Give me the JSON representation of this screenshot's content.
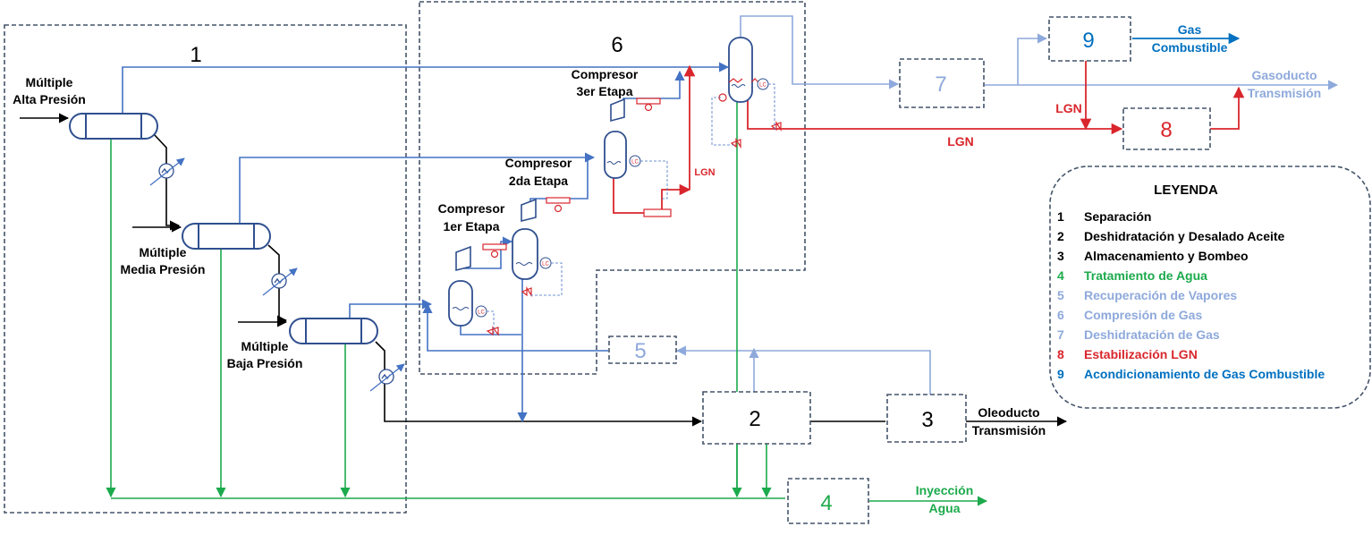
{
  "colors": {
    "black": "#000000",
    "blue_line": "#4472C4",
    "light_blue": "#8EA9DB",
    "green": "#1CAA4C",
    "red": "#D9262C",
    "dark_blue": "#0070C0",
    "box_border": "#44546A",
    "vessel": "#2F4F8F"
  },
  "area_numbers": {
    "a1": "1",
    "a2": "2",
    "a3": "3",
    "a4": "4",
    "a5": "5",
    "a6": "6",
    "a7": "7",
    "a8": "8",
    "a9": "9"
  },
  "labels": {
    "hp_line1": "Múltiple",
    "hp_line2": "Alta Presión",
    "mp_line1": "Múltiple",
    "mp_line2": "Media Presión",
    "lp_line1": "Múltiple",
    "lp_line2": "Baja Presión",
    "c1_line1": "Compresor",
    "c1_line2": "1er Etapa",
    "c2_line1": "Compresor",
    "c2_line2": "2da Etapa",
    "c3_line1": "Compresor",
    "c3_line2": "3er Etapa",
    "lgn_small": "LGN",
    "lgn_vertical": "LGN",
    "lgn_main": "LGN",
    "gas_line1": "Gas",
    "gas_line2": "Combustible",
    "gasoducto_line1": "Gasoducto",
    "gasoducto_line2": "Transmisión",
    "oleoducto_line1": "Oleoducto",
    "oleoducto_line2": "Transmisión",
    "iny_line1": "Inyección",
    "iny_line2": "Agua",
    "lc": "LC"
  },
  "legend": {
    "title": "LEYENDA",
    "items": [
      {
        "n": "1",
        "text": "Separación",
        "color": "#000000"
      },
      {
        "n": "2",
        "text": "Deshidratación y Desalado Aceite",
        "color": "#000000"
      },
      {
        "n": "3",
        "text": "Almacenamiento y Bombeo",
        "color": "#000000"
      },
      {
        "n": "4",
        "text": "Tratamiento de Agua",
        "color": "#1CAA4C"
      },
      {
        "n": "5",
        "text": "Recuperación de Vapores",
        "color": "#8EA9DB"
      },
      {
        "n": "6",
        "text": "Compresión de Gas",
        "color": "#8EA9DB"
      },
      {
        "n": "7",
        "text": "Deshidratación de Gas",
        "color": "#8EA9DB"
      },
      {
        "n": "8",
        "text": "Estabilización  LGN",
        "color": "#D9262C"
      },
      {
        "n": "9",
        "text": "Acondicionamiento de Gas Combustible",
        "color": "#0070C0"
      }
    ]
  }
}
